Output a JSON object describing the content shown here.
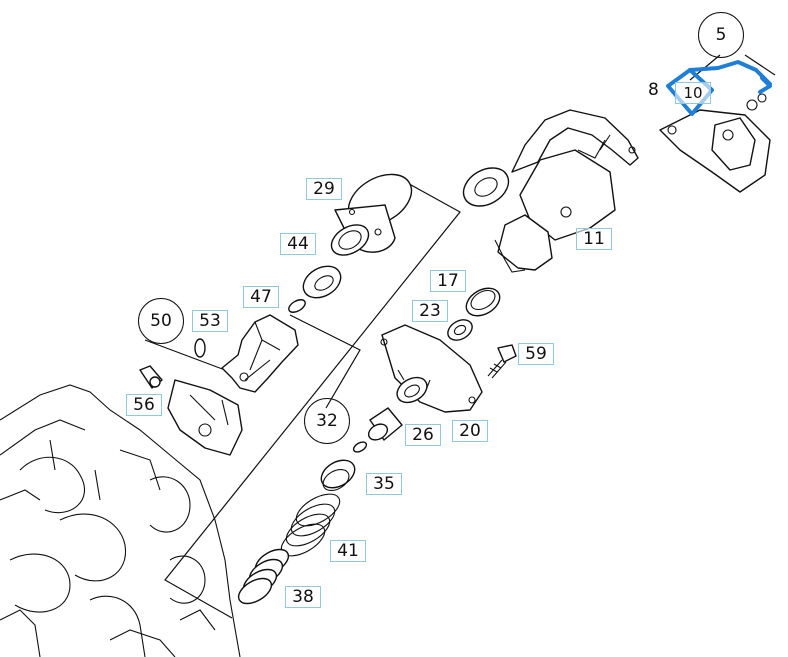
{
  "callouts": [
    {
      "id": "5",
      "label": "5",
      "style": "circled"
    },
    {
      "id": "8",
      "label": "8",
      "style": "plain"
    },
    {
      "id": "10",
      "label": "10",
      "style": "boxed"
    },
    {
      "id": "11",
      "label": "11",
      "style": "boxed"
    },
    {
      "id": "17",
      "label": "17",
      "style": "boxed"
    },
    {
      "id": "20",
      "label": "20",
      "style": "boxed"
    },
    {
      "id": "23",
      "label": "23",
      "style": "boxed"
    },
    {
      "id": "26",
      "label": "26",
      "style": "boxed"
    },
    {
      "id": "29",
      "label": "29",
      "style": "boxed"
    },
    {
      "id": "32",
      "label": "32",
      "style": "circled"
    },
    {
      "id": "35",
      "label": "35",
      "style": "boxed"
    },
    {
      "id": "38",
      "label": "38",
      "style": "boxed"
    },
    {
      "id": "41",
      "label": "41",
      "style": "boxed"
    },
    {
      "id": "44",
      "label": "44",
      "style": "boxed"
    },
    {
      "id": "47",
      "label": "47",
      "style": "boxed"
    },
    {
      "id": "50",
      "label": "50",
      "style": "circled"
    },
    {
      "id": "53",
      "label": "53",
      "style": "boxed"
    },
    {
      "id": "56",
      "label": "56",
      "style": "boxed"
    },
    {
      "id": "59",
      "label": "59",
      "style": "boxed"
    }
  ],
  "highlight": {
    "part": "10",
    "color": "#1f7fd6"
  }
}
